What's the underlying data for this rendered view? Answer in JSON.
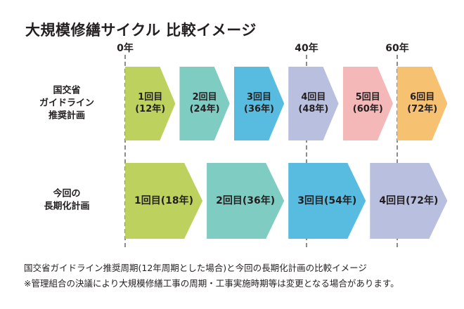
{
  "title": "大規模修繕サイクル 比較イメージ",
  "colors": {
    "green": "#BDD25E",
    "teal": "#7FCCC2",
    "blue": "#58BCE0",
    "lavender": "#B9BFDF",
    "pink": "#F4B8B8",
    "orange": "#F7C172",
    "dashed_line": "#8C8C8C",
    "text": "#231F20"
  },
  "axis": {
    "ticks": [
      {
        "label": "0年",
        "year": 0
      },
      {
        "label": "40年",
        "year": 40
      },
      {
        "label": "60年",
        "year": 60
      }
    ]
  },
  "rows": [
    {
      "key": "guideline",
      "label": "国交省\nガイドライン\n推奨計画",
      "blocks": [
        {
          "label": "1回目\n(12年)",
          "color": "#BDD25E"
        },
        {
          "label": "2回目\n(24年)",
          "color": "#7FCCC2"
        },
        {
          "label": "3回目\n(36年)",
          "color": "#58BCE0"
        },
        {
          "label": "4回目\n(48年)",
          "color": "#B9BFDF"
        },
        {
          "label": "5回目\n(60年)",
          "color": "#F4B8B8"
        },
        {
          "label": "6回目\n(72年)",
          "color": "#F7C172"
        }
      ]
    },
    {
      "key": "longterm",
      "label": "今回の\n長期化計画",
      "blocks": [
        {
          "label": "1回目(18年)",
          "color": "#BDD25E"
        },
        {
          "label": "2回目(36年)",
          "color": "#7FCCC2"
        },
        {
          "label": "3回目(54年)",
          "color": "#58BCE0"
        },
        {
          "label": "4回目(72年)",
          "color": "#B9BFDF"
        }
      ]
    }
  ],
  "footnotes": [
    "国交省ガイドライン推奨周期(12年周期とした場合)と今回の長期化計画の比較イメージ",
    "※管理組合の決議により大規模修繕工事の周期・工事実施時期等は変更となる場合があります。"
  ],
  "chart_data": {
    "type": "bar",
    "title": "大規模修繕サイクル 比較イメージ",
    "xlabel": "年",
    "ylabel": "",
    "xlim": [
      0,
      72
    ],
    "grid": false,
    "legend": "none",
    "axis_ticks": [
      0,
      40,
      60
    ],
    "axis_tick_labels": [
      "0年",
      "40年",
      "60年"
    ],
    "series": [
      {
        "name": "国交省ガイドライン推奨計画",
        "cycle_years": 12,
        "categories": [
          "1回目",
          "2回目",
          "3回目",
          "4回目",
          "5回目",
          "6回目"
        ],
        "values": [
          12,
          24,
          36,
          48,
          60,
          72
        ],
        "labels": [
          "1回目(12年)",
          "2回目(24年)",
          "3回目(36年)",
          "4回目(48年)",
          "5回目(60年)",
          "6回目(72年)"
        ],
        "colors": [
          "#BDD25E",
          "#7FCCC2",
          "#58BCE0",
          "#B9BFDF",
          "#F4B8B8",
          "#F7C172"
        ]
      },
      {
        "name": "今回の長期化計画",
        "cycle_years": 18,
        "categories": [
          "1回目",
          "2回目",
          "3回目",
          "4回目"
        ],
        "values": [
          18,
          36,
          54,
          72
        ],
        "labels": [
          "1回目(18年)",
          "2回目(36年)",
          "3回目(54年)",
          "4回目(72年)"
        ],
        "colors": [
          "#BDD25E",
          "#7FCCC2",
          "#58BCE0",
          "#B9BFDF"
        ]
      }
    ],
    "annotations": [
      "国交省ガイドライン推奨周期(12年周期とした場合)と今回の長期化計画の比較イメージ",
      "※管理組合の決議により大規模修繕工事の周期・工事実施時期等は変更となる場合があります。"
    ]
  }
}
